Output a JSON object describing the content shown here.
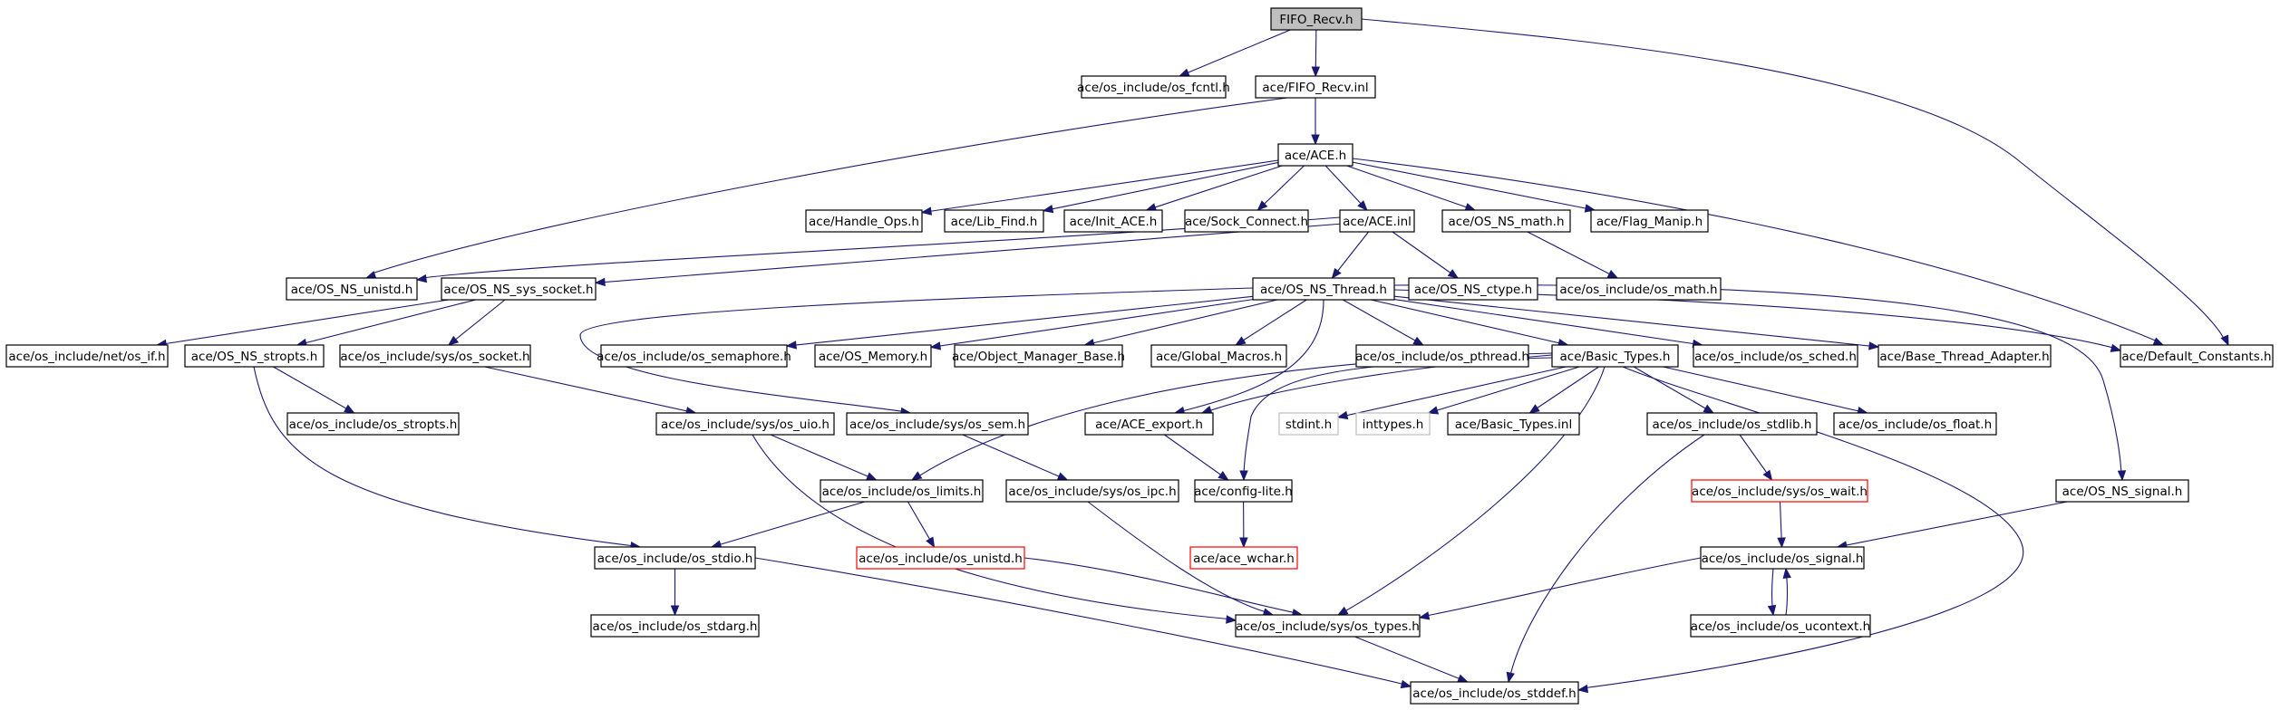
{
  "nodes": {
    "fifo_recv_h": {
      "label": "FIFO_Recv.h",
      "style": "root"
    },
    "os_fcntl_h": {
      "label": "ace/os_include/os_fcntl.h",
      "style": "normal"
    },
    "fifo_recv_inl": {
      "label": "ace/FIFO_Recv.inl",
      "style": "normal"
    },
    "ace_h": {
      "label": "ace/ACE.h",
      "style": "normal"
    },
    "handle_ops_h": {
      "label": "ace/Handle_Ops.h",
      "style": "normal"
    },
    "lib_find_h": {
      "label": "ace/Lib_Find.h",
      "style": "normal"
    },
    "init_ace_h": {
      "label": "ace/Init_ACE.h",
      "style": "normal"
    },
    "sock_connect_h": {
      "label": "ace/Sock_Connect.h",
      "style": "normal"
    },
    "ace_inl": {
      "label": "ace/ACE.inl",
      "style": "normal"
    },
    "os_ns_math_h": {
      "label": "ace/OS_NS_math.h",
      "style": "normal"
    },
    "flag_manip_h": {
      "label": "ace/Flag_Manip.h",
      "style": "normal"
    },
    "os_ns_unistd_h": {
      "label": "ace/OS_NS_unistd.h",
      "style": "normal"
    },
    "os_ns_sys_socket_h": {
      "label": "ace/OS_NS_sys_socket.h",
      "style": "normal"
    },
    "os_ns_thread_h": {
      "label": "ace/OS_NS_Thread.h",
      "style": "normal"
    },
    "os_ns_ctype_h": {
      "label": "ace/OS_NS_ctype.h",
      "style": "normal"
    },
    "os_math_h": {
      "label": "ace/os_include/os_math.h",
      "style": "normal"
    },
    "net_os_if_h": {
      "label": "ace/os_include/net/os_if.h",
      "style": "normal"
    },
    "os_ns_stropts_h": {
      "label": "ace/OS_NS_stropts.h",
      "style": "normal"
    },
    "sys_os_socket_h": {
      "label": "ace/os_include/sys/os_socket.h",
      "style": "normal"
    },
    "os_semaphore_h": {
      "label": "ace/os_include/os_semaphore.h",
      "style": "normal"
    },
    "os_memory_h": {
      "label": "ace/OS_Memory.h",
      "style": "normal"
    },
    "object_manager_base_h": {
      "label": "ace/Object_Manager_Base.h",
      "style": "normal"
    },
    "global_macros_h": {
      "label": "ace/Global_Macros.h",
      "style": "normal"
    },
    "os_pthread_h": {
      "label": "ace/os_include/os_pthread.h",
      "style": "normal"
    },
    "basic_types_h": {
      "label": "ace/Basic_Types.h",
      "style": "normal"
    },
    "os_sched_h": {
      "label": "ace/os_include/os_sched.h",
      "style": "normal"
    },
    "base_thread_adapter_h": {
      "label": "ace/Base_Thread_Adapter.h",
      "style": "normal"
    },
    "default_constants_h": {
      "label": "ace/Default_Constants.h",
      "style": "normal"
    },
    "os_stropts_h": {
      "label": "ace/os_include/os_stropts.h",
      "style": "normal"
    },
    "sys_os_uio_h": {
      "label": "ace/os_include/sys/os_uio.h",
      "style": "normal"
    },
    "sys_os_sem_h": {
      "label": "ace/os_include/sys/os_sem.h",
      "style": "normal"
    },
    "ace_export_h": {
      "label": "ace/ACE_export.h",
      "style": "normal"
    },
    "stdint_h": {
      "label": "stdint.h",
      "style": "external"
    },
    "inttypes_h": {
      "label": "inttypes.h",
      "style": "external"
    },
    "basic_types_inl": {
      "label": "ace/Basic_Types.inl",
      "style": "normal"
    },
    "os_stdlib_h": {
      "label": "ace/os_include/os_stdlib.h",
      "style": "normal"
    },
    "os_float_h": {
      "label": "ace/os_include/os_float.h",
      "style": "normal"
    },
    "os_limits_h": {
      "label": "ace/os_include/os_limits.h",
      "style": "normal"
    },
    "sys_os_ipc_h": {
      "label": "ace/os_include/sys/os_ipc.h",
      "style": "normal"
    },
    "config_lite_h": {
      "label": "ace/config-lite.h",
      "style": "normal"
    },
    "sys_os_wait_h": {
      "label": "ace/os_include/sys/os_wait.h",
      "style": "truncated"
    },
    "os_ns_signal_h": {
      "label": "ace/OS_NS_signal.h",
      "style": "normal"
    },
    "os_stdio_h": {
      "label": "ace/os_include/os_stdio.h",
      "style": "normal"
    },
    "os_unistd_h": {
      "label": "ace/os_include/os_unistd.h",
      "style": "truncated"
    },
    "ace_wchar_h": {
      "label": "ace/ace_wchar.h",
      "style": "truncated"
    },
    "os_signal_h": {
      "label": "ace/os_include/os_signal.h",
      "style": "normal"
    },
    "os_stdarg_h": {
      "label": "ace/os_include/os_stdarg.h",
      "style": "normal"
    },
    "sys_os_types_h": {
      "label": "ace/os_include/sys/os_types.h",
      "style": "normal"
    },
    "os_ucontext_h": {
      "label": "ace/os_include/os_ucontext.h",
      "style": "normal"
    },
    "os_stddef_h": {
      "label": "ace/os_include/os_stddef.h",
      "style": "normal"
    }
  },
  "edges": [
    [
      "fifo_recv_h",
      "os_fcntl_h"
    ],
    [
      "fifo_recv_h",
      "fifo_recv_inl"
    ],
    [
      "fifo_recv_h",
      "default_constants_h"
    ],
    [
      "fifo_recv_inl",
      "ace_h"
    ],
    [
      "fifo_recv_inl",
      "os_ns_unistd_h"
    ],
    [
      "ace_h",
      "handle_ops_h"
    ],
    [
      "ace_h",
      "lib_find_h"
    ],
    [
      "ace_h",
      "init_ace_h"
    ],
    [
      "ace_h",
      "sock_connect_h"
    ],
    [
      "ace_h",
      "ace_inl"
    ],
    [
      "ace_h",
      "os_ns_math_h"
    ],
    [
      "ace_h",
      "flag_manip_h"
    ],
    [
      "ace_h",
      "default_constants_h"
    ],
    [
      "ace_inl",
      "os_ns_unistd_h"
    ],
    [
      "ace_inl",
      "os_ns_sys_socket_h"
    ],
    [
      "ace_inl",
      "os_ns_thread_h"
    ],
    [
      "ace_inl",
      "os_ns_ctype_h"
    ],
    [
      "os_ns_math_h",
      "os_math_h"
    ],
    [
      "os_ns_sys_socket_h",
      "net_os_if_h"
    ],
    [
      "os_ns_sys_socket_h",
      "os_ns_stropts_h"
    ],
    [
      "os_ns_sys_socket_h",
      "sys_os_socket_h"
    ],
    [
      "os_ns_thread_h",
      "os_semaphore_h"
    ],
    [
      "os_ns_thread_h",
      "os_memory_h"
    ],
    [
      "os_ns_thread_h",
      "object_manager_base_h"
    ],
    [
      "os_ns_thread_h",
      "global_macros_h"
    ],
    [
      "os_ns_thread_h",
      "os_pthread_h"
    ],
    [
      "os_ns_thread_h",
      "basic_types_h"
    ],
    [
      "os_ns_thread_h",
      "os_sched_h"
    ],
    [
      "os_ns_thread_h",
      "base_thread_adapter_h"
    ],
    [
      "os_ns_thread_h",
      "default_constants_h"
    ],
    [
      "os_ns_thread_h",
      "sys_os_sem_h"
    ],
    [
      "os_ns_thread_h",
      "ace_export_h"
    ],
    [
      "os_ns_thread_h",
      "os_ns_signal_h"
    ],
    [
      "os_ns_stropts_h",
      "os_stropts_h"
    ],
    [
      "os_ns_stropts_h",
      "os_stdio_h"
    ],
    [
      "sys_os_socket_h",
      "sys_os_uio_h"
    ],
    [
      "basic_types_h",
      "stdint_h"
    ],
    [
      "basic_types_h",
      "inttypes_h"
    ],
    [
      "basic_types_h",
      "basic_types_inl"
    ],
    [
      "basic_types_h",
      "os_stdlib_h"
    ],
    [
      "basic_types_h",
      "os_float_h"
    ],
    [
      "basic_types_h",
      "ace_export_h"
    ],
    [
      "basic_types_h",
      "config_lite_h"
    ],
    [
      "basic_types_h",
      "os_limits_h"
    ],
    [
      "basic_types_h",
      "sys_os_types_h"
    ],
    [
      "basic_types_h",
      "os_stddef_h"
    ],
    [
      "sys_os_uio_h",
      "os_limits_h"
    ],
    [
      "sys_os_uio_h",
      "sys_os_types_h"
    ],
    [
      "sys_os_sem_h",
      "sys_os_ipc_h"
    ],
    [
      "ace_export_h",
      "config_lite_h"
    ],
    [
      "os_stdlib_h",
      "sys_os_wait_h"
    ],
    [
      "os_stdlib_h",
      "os_stddef_h"
    ],
    [
      "os_limits_h",
      "os_stdio_h"
    ],
    [
      "os_limits_h",
      "os_unistd_h"
    ],
    [
      "sys_os_ipc_h",
      "sys_os_types_h"
    ],
    [
      "config_lite_h",
      "ace_wchar_h"
    ],
    [
      "sys_os_wait_h",
      "os_signal_h"
    ],
    [
      "os_ns_signal_h",
      "os_signal_h"
    ],
    [
      "os_stdio_h",
      "os_stdarg_h"
    ],
    [
      "os_stdio_h",
      "os_stddef_h"
    ],
    [
      "os_unistd_h",
      "sys_os_types_h"
    ],
    [
      "os_signal_h",
      "sys_os_types_h"
    ],
    [
      "os_signal_h",
      "os_ucontext_h"
    ],
    [
      "os_ucontext_h",
      "os_signal_h"
    ],
    [
      "sys_os_types_h",
      "os_stddef_h"
    ]
  ]
}
